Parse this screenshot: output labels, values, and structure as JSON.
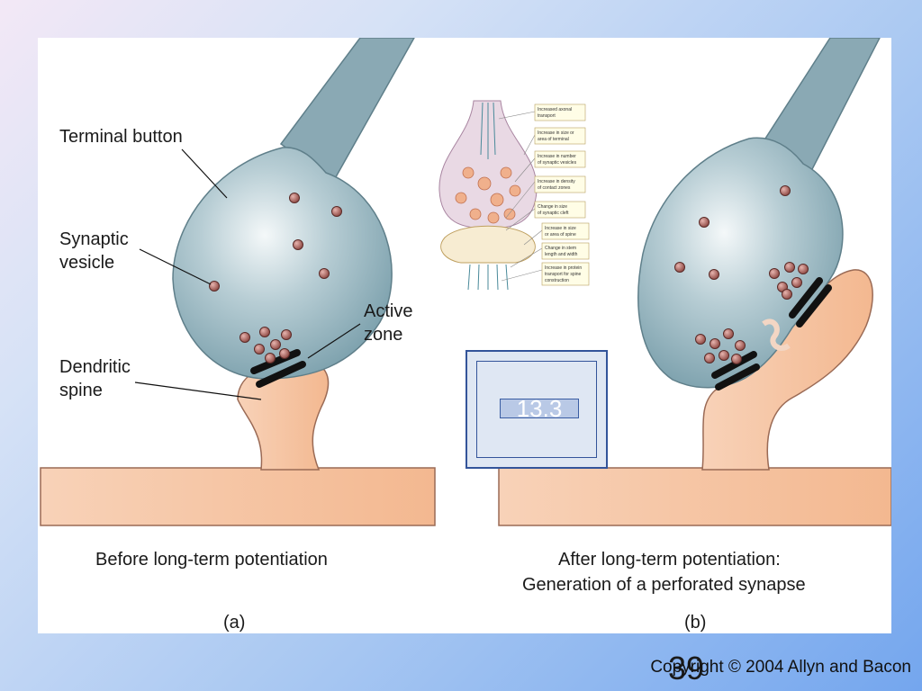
{
  "labels": {
    "terminal_button": "Terminal button",
    "synaptic": "Synaptic",
    "vesicle": "vesicle",
    "active": "Active",
    "zone": "zone",
    "dendritic": "Dendritic",
    "spine": "spine"
  },
  "captions": {
    "a_title": "Before long-term potentiation",
    "b_title_line1": "After long-term potentiation:",
    "b_title_line2": "Generation of a perforated synapse",
    "a_letter": "(a)",
    "b_letter": "(b)"
  },
  "inset": {
    "items": [
      [
        "Increased axonal",
        "transport"
      ],
      [
        "Increase in size or",
        "area of terminal"
      ],
      [
        "Increase in number",
        "of synaptic vesicles"
      ],
      [
        "Increase in density",
        "of contact zones"
      ],
      [
        "Change in size",
        "of synaptic cleft"
      ],
      [
        "Increase in size",
        "or area of spine"
      ],
      [
        "Change in stem",
        "length and width"
      ],
      [
        "Increase in protein",
        "transport for spine",
        "construction"
      ]
    ]
  },
  "badge": {
    "text": "13.3"
  },
  "slide_number": "39",
  "copyright": "Copyright © 2004 Allyn and Bacon",
  "colors": {
    "terminal": "#8fb0bb",
    "dendrite": "#f6c4a4",
    "vesicle": "#9b5550",
    "membrane": "#111111",
    "badge_border": "#33549a"
  }
}
